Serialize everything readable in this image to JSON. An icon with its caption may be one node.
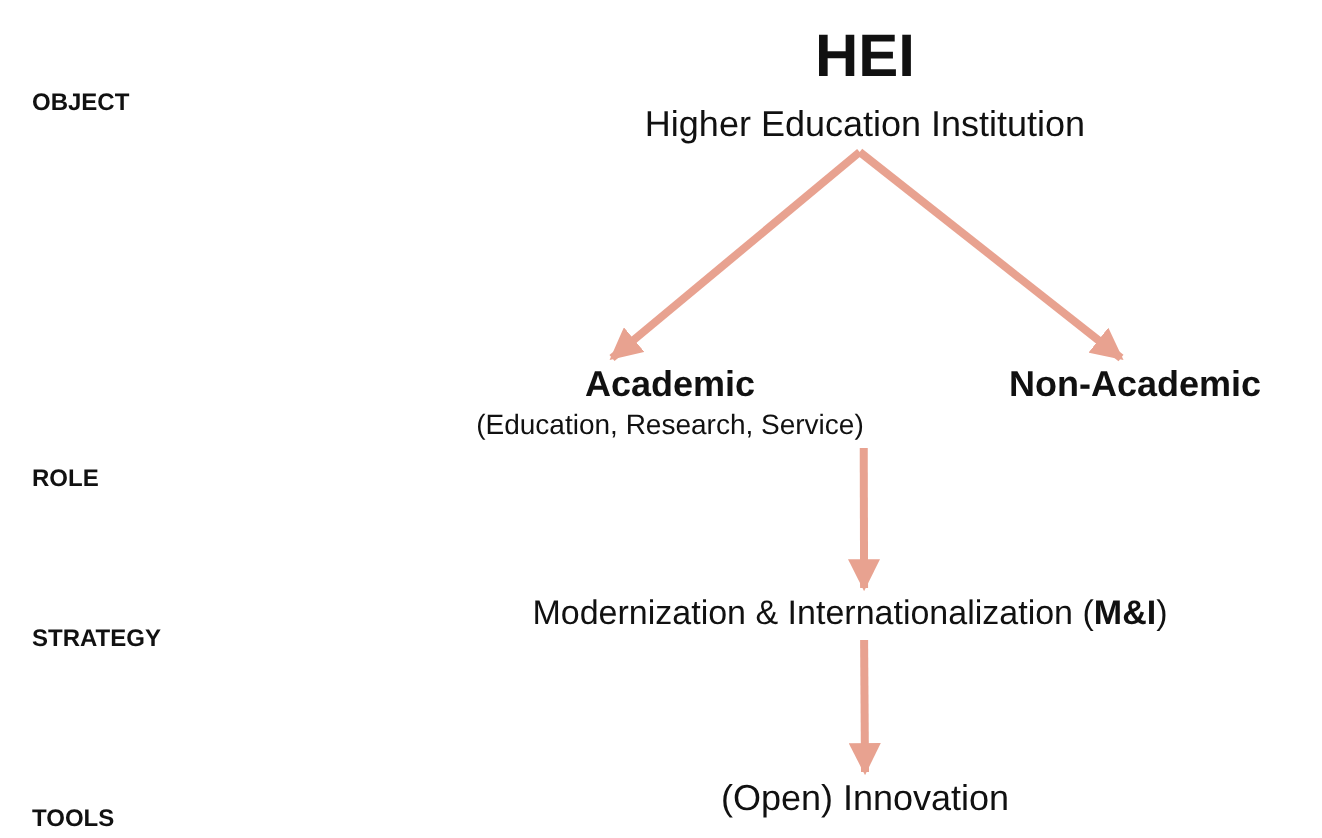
{
  "diagram": {
    "nodes": [
      {
        "text": [
          "HEI",
          "Higher Education Institution"
        ]
      },
      {
        "text": [
          "Academic",
          "(Education, Research, Service)"
        ]
      },
      {
        "text": [
          "Non-Academic"
        ]
      },
      {
        "text": [
          "Modernization & Internationalization (**M&I**)"
        ]
      },
      {
        "text": [
          "(Open) Innovation"
        ]
      }
    ],
    "edges": [
      {
        "from": 0,
        "to": 1,
        "arrow": "to"
      },
      {
        "from": 0,
        "to": 2,
        "arrow": "to"
      },
      {
        "from": 1,
        "to": 3,
        "arrow": "to"
      },
      {
        "from": 3,
        "to": 4,
        "arrow": "to"
      }
    ],
    "labels": [
      "OBJECT",
      "ROLE",
      "STRATEGY",
      "TOOLS"
    ]
  }
}
